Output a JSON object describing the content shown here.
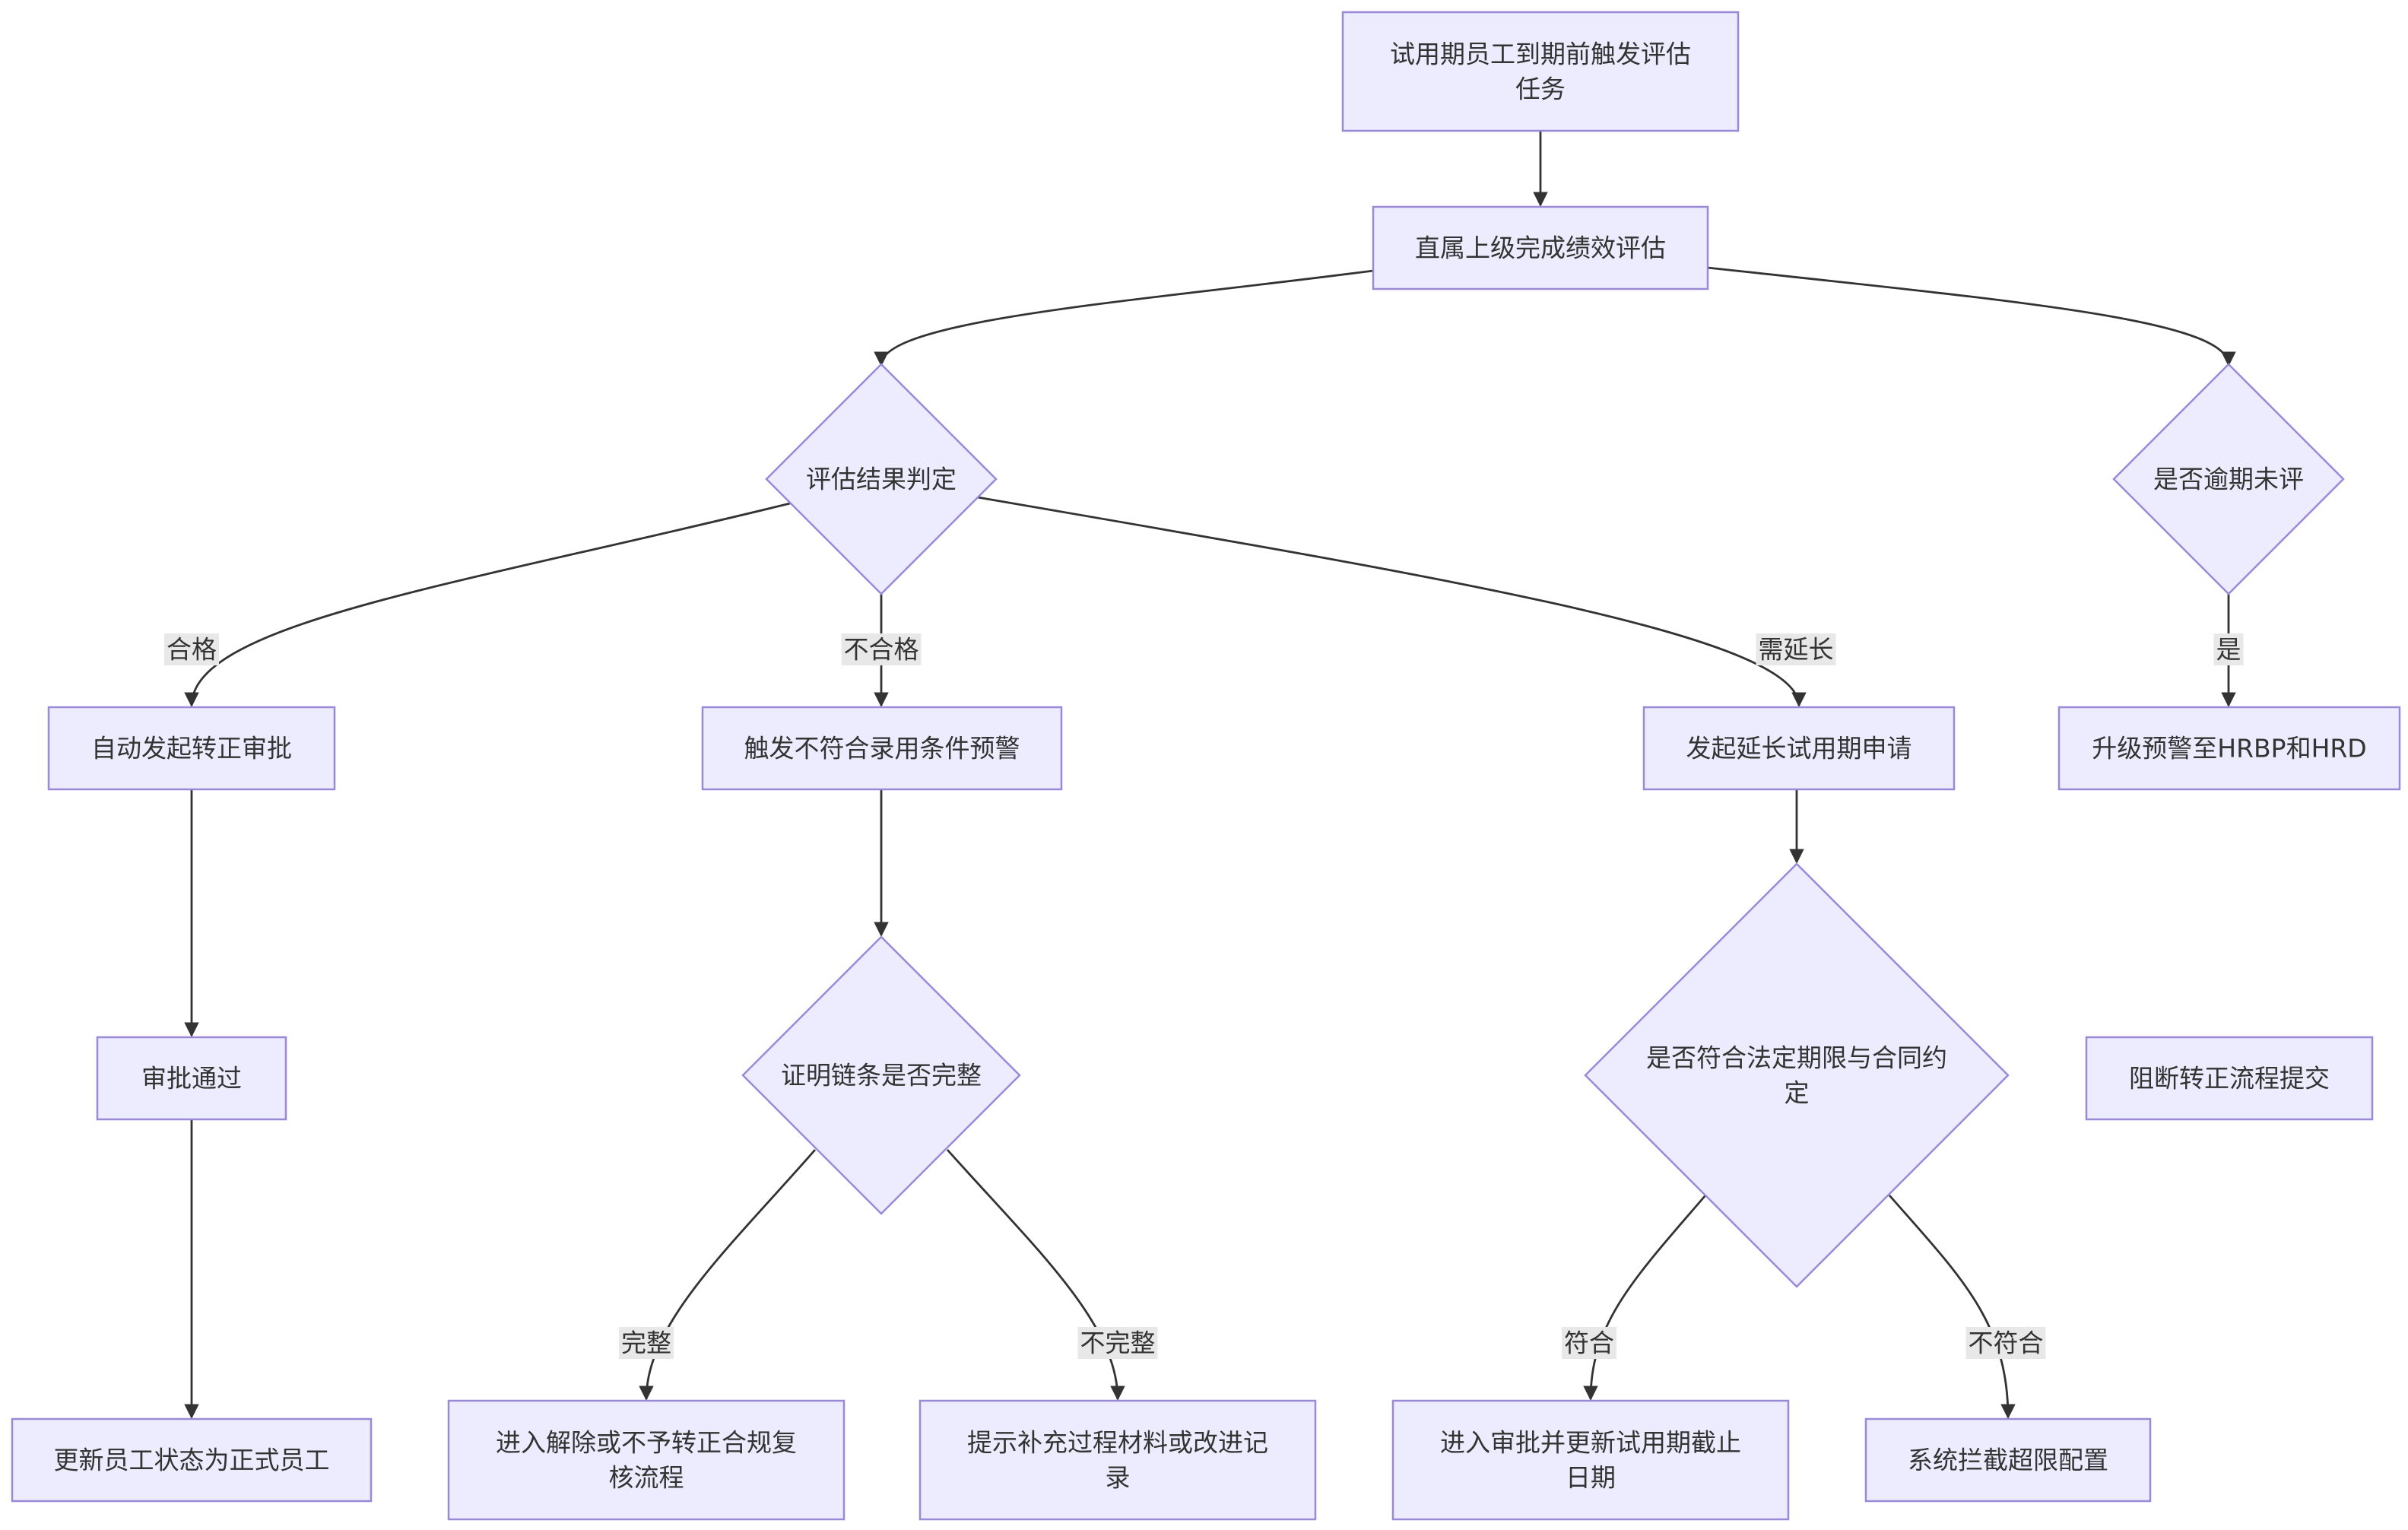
{
  "diagram": {
    "nodes": {
      "n1": {
        "shape": "rect",
        "lines": [
          "试用期员工到期前触发评估",
          "任务"
        ]
      },
      "n2": {
        "shape": "rect",
        "lines": [
          "直属上级完成绩效评估"
        ]
      },
      "d1": {
        "shape": "diamond",
        "lines": [
          "评估结果判定"
        ]
      },
      "d2": {
        "shape": "diamond",
        "lines": [
          "是否逾期未评"
        ]
      },
      "a1": {
        "shape": "rect",
        "lines": [
          "自动发起转正审批"
        ]
      },
      "a2": {
        "shape": "rect",
        "lines": [
          "审批通过"
        ]
      },
      "a3": {
        "shape": "rect",
        "lines": [
          "更新员工状态为正式员工"
        ]
      },
      "b1": {
        "shape": "rect",
        "lines": [
          "触发不符合录用条件预警"
        ]
      },
      "bd": {
        "shape": "diamond",
        "lines": [
          "证明链条是否完整"
        ]
      },
      "b2": {
        "shape": "rect",
        "lines": [
          "进入解除或不予转正合规复",
          "核流程"
        ]
      },
      "b3": {
        "shape": "rect",
        "lines": [
          "提示补充过程材料或改进记",
          "录"
        ]
      },
      "c1": {
        "shape": "rect",
        "lines": [
          "发起延长试用期申请"
        ]
      },
      "cd": {
        "shape": "diamond",
        "lines": [
          "是否符合法定期限与合同约",
          "定"
        ]
      },
      "c2": {
        "shape": "rect",
        "lines": [
          "进入审批并更新试用期截止",
          "日期"
        ]
      },
      "c3": {
        "shape": "rect",
        "lines": [
          "系统拦截超限配置"
        ]
      },
      "e1": {
        "shape": "rect",
        "lines": [
          "升级预警至HRBP和HRD"
        ]
      },
      "e2": {
        "shape": "rect",
        "lines": [
          "阻断转正流程提交"
        ]
      }
    },
    "edges": [
      {
        "id": "n1-n2",
        "label": ""
      },
      {
        "id": "n2-d1",
        "label": ""
      },
      {
        "id": "n2-d2",
        "label": ""
      },
      {
        "id": "d1-a1",
        "label": "合格"
      },
      {
        "id": "d1-b1",
        "label": "不合格"
      },
      {
        "id": "d1-c1",
        "label": "需延长"
      },
      {
        "id": "d2-e1",
        "label": "是"
      },
      {
        "id": "a1-a2",
        "label": ""
      },
      {
        "id": "a2-a3",
        "label": ""
      },
      {
        "id": "b1-bd",
        "label": ""
      },
      {
        "id": "bd-b2",
        "label": "完整"
      },
      {
        "id": "bd-b3",
        "label": "不完整"
      },
      {
        "id": "c1-cd",
        "label": ""
      },
      {
        "id": "cd-c2",
        "label": "符合"
      },
      {
        "id": "cd-c3",
        "label": "不符合"
      },
      {
        "id": "e1-e2",
        "label": ""
      }
    ],
    "colors": {
      "node_fill": "#ececfe",
      "node_stroke": "#9b89d8",
      "edge": "#333333",
      "label_bg": "#e8e8e8"
    }
  }
}
